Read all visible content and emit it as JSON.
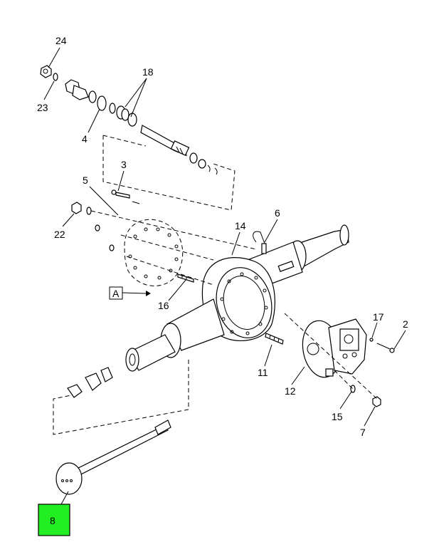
{
  "callouts": {
    "c24": "24",
    "c23": "23",
    "c18": "18",
    "c4": "4",
    "c3": "3",
    "c5": "5",
    "c22": "22",
    "c14": "14",
    "c6": "6",
    "cA": "A",
    "c16": "16",
    "c17": "17",
    "c2": "2",
    "c11": "11",
    "c12": "12",
    "c15": "15",
    "c7": "7",
    "c8": "8"
  },
  "highlight_color": "#22ee22",
  "selected_part": "8"
}
